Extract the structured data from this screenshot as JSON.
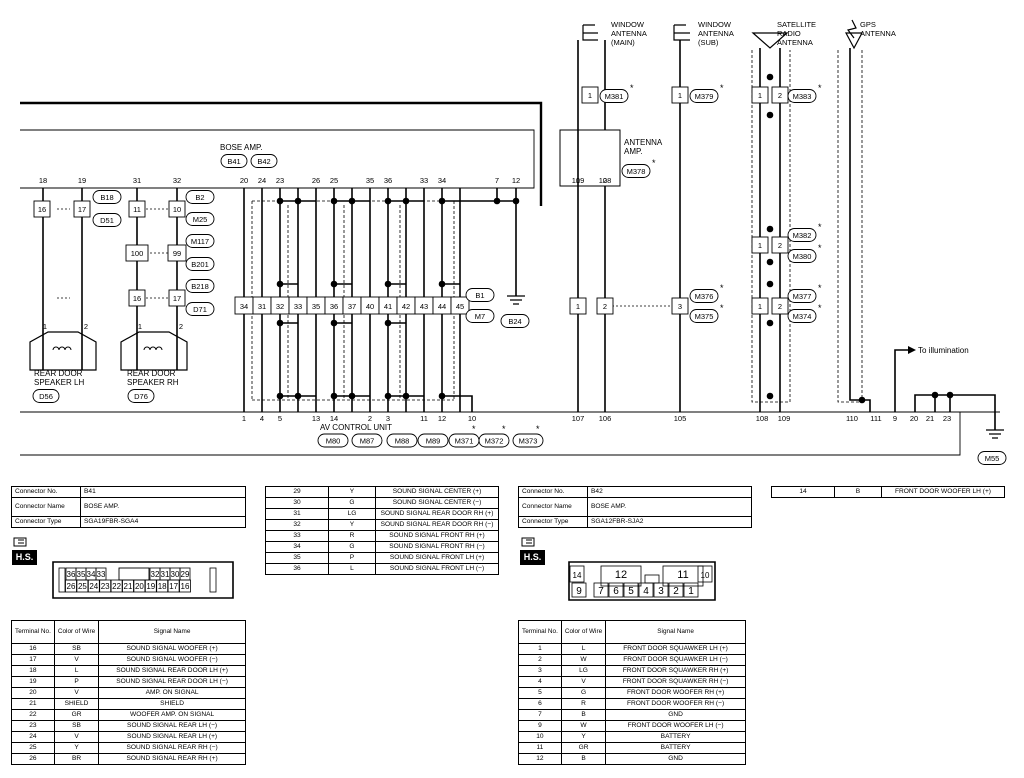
{
  "diagram": {
    "bose_amp": {
      "title": "BOSE AMP.",
      "connectors": [
        "B41",
        "B42"
      ]
    },
    "av_control_unit": {
      "title": "AV CONTROL UNIT",
      "connectors": [
        "M80",
        "M87",
        "M88",
        "M89",
        "M371",
        "M372",
        "M373"
      ]
    },
    "amp_pins": [
      "20",
      "24",
      "23",
      "26",
      "25",
      "35",
      "36",
      "33",
      "34",
      "7",
      "12"
    ],
    "left_pins": [
      "18",
      "19",
      "31",
      "32"
    ],
    "joint_pins": [
      "34",
      "31",
      "32",
      "33",
      "35",
      "36",
      "37",
      "40",
      "41",
      "42",
      "43",
      "44",
      "45"
    ],
    "av_pins": [
      "1",
      "4",
      "5",
      "13",
      "14",
      "2",
      "3",
      "11",
      "12",
      "10",
      "107",
      "106",
      "105",
      "108",
      "109",
      "110",
      "111",
      "9",
      "20",
      "21",
      "23"
    ],
    "rear_door_lh": {
      "label_line1": "REAR DOOR",
      "label_line2": "SPEAKER LH",
      "connector": "D56",
      "pins": [
        "1",
        "2"
      ]
    },
    "rear_door_rh": {
      "label_line1": "REAR DOOR",
      "label_line2": "SPEAKER RH",
      "connector": "D76",
      "pins": [
        "1",
        "2"
      ]
    },
    "window_antenna_main": {
      "line1": "WINDOW",
      "line2": "ANTENNA",
      "line3": "(MAIN)"
    },
    "window_antenna_sub": {
      "line1": "WINDOW",
      "line2": "ANTENNA",
      "line3": "(SUB)"
    },
    "satellite_radio": {
      "line1": "SATELLITE",
      "line2": "RADIO",
      "line3": "ANTENNA"
    },
    "gps_antenna": {
      "line1": "GPS",
      "line2": "ANTENNA"
    },
    "antenna_amp": {
      "line1": "ANTENNA",
      "line2": "AMP."
    },
    "connector_ids": [
      "B18",
      "D51",
      "B2",
      "M25",
      "M117",
      "B201",
      "B218",
      "D71",
      "B1",
      "M7",
      "B24",
      "M381",
      "M379",
      "M383",
      "M378",
      "M382",
      "M380",
      "M376",
      "M375",
      "M377",
      "M374",
      "M55"
    ],
    "to_illumination": "To illumination",
    "star": "*"
  },
  "b41": {
    "connector_no_label": "Connector No.",
    "connector_no": "B41",
    "connector_name_label": "Connector Name",
    "connector_name": "BOSE AMP.",
    "connector_type_label": "Connector Type",
    "connector_type": "SGA19FBR-SGA4",
    "hs": "H.S.",
    "face_top": [
      "36",
      "35",
      "34",
      "33",
      "",
      "32",
      "31",
      "30",
      "29"
    ],
    "face_bottom": [
      "26",
      "25",
      "24",
      "23",
      "22",
      "21",
      "20",
      "19",
      "18",
      "17",
      "16"
    ],
    "col_terminal": "Terminal No.",
    "col_color": "Color of Wire",
    "col_signal": "Signal Name",
    "rows": [
      [
        "16",
        "SB",
        "SOUND SIGNAL WOOFER (+)"
      ],
      [
        "17",
        "V",
        "SOUND SIGNAL WOOFER (−)"
      ],
      [
        "18",
        "L",
        "SOUND SIGNAL REAR DOOR LH (+)"
      ],
      [
        "19",
        "P",
        "SOUND SIGNAL REAR DOOR LH (−)"
      ],
      [
        "20",
        "V",
        "AMP. ON SIGNAL"
      ],
      [
        "21",
        "SHIELD",
        "SHIELD"
      ],
      [
        "22",
        "GR",
        "WOOFER AMP. ON SIGNAL"
      ],
      [
        "23",
        "SB",
        "SOUND SIGNAL REAR LH (−)"
      ],
      [
        "24",
        "V",
        "SOUND SIGNAL REAR LH (+)"
      ],
      [
        "25",
        "Y",
        "SOUND SIGNAL REAR RH (−)"
      ],
      [
        "26",
        "BR",
        "SOUND SIGNAL REAR RH (+)"
      ]
    ],
    "rows_cont": [
      [
        "29",
        "Y",
        "SOUND SIGNAL CENTER (+)"
      ],
      [
        "30",
        "G",
        "SOUND SIGNAL CENTER (−)"
      ],
      [
        "31",
        "LG",
        "SOUND SIGNAL REAR DOOR RH (+)"
      ],
      [
        "32",
        "Y",
        "SOUND SIGNAL REAR DOOR RH (−)"
      ],
      [
        "33",
        "R",
        "SOUND SIGNAL FRONT RH (+)"
      ],
      [
        "34",
        "G",
        "SOUND SIGNAL FRONT RH (−)"
      ],
      [
        "35",
        "P",
        "SOUND SIGNAL FRONT LH (+)"
      ],
      [
        "36",
        "L",
        "SOUND SIGNAL FRONT LH (−)"
      ]
    ]
  },
  "b42": {
    "connector_no_label": "Connector No.",
    "connector_no": "B42",
    "connector_name_label": "Connector Name",
    "connector_name": "BOSE AMP.",
    "connector_type_label": "Connector Type",
    "connector_type": "SGA12FBR-SJA2",
    "hs": "H.S.",
    "face_top": [
      "14",
      "12",
      "11",
      "10"
    ],
    "face_bottom": [
      "9",
      "7",
      "6",
      "5",
      "4",
      "3",
      "2",
      "1"
    ],
    "col_terminal": "Terminal No.",
    "col_color": "Color of Wire",
    "col_signal": "Signal Name",
    "rows": [
      [
        "1",
        "L",
        "FRONT DOOR SQUAWKER LH (+)"
      ],
      [
        "2",
        "W",
        "FRONT DOOR SQUAWKER LH (−)"
      ],
      [
        "3",
        "LG",
        "FRONT DOOR SQUAWKER RH (+)"
      ],
      [
        "4",
        "V",
        "FRONT DOOR SQUAWKER RH (−)"
      ],
      [
        "5",
        "G",
        "FRONT DOOR WOOFER RH (+)"
      ],
      [
        "6",
        "R",
        "FRONT DOOR WOOFER RH (−)"
      ],
      [
        "7",
        "B",
        "GND"
      ],
      [
        "9",
        "W",
        "FRONT DOOR WOOFER LH (−)"
      ],
      [
        "10",
        "Y",
        "BATTERY"
      ],
      [
        "11",
        "GR",
        "BATTERY"
      ],
      [
        "12",
        "B",
        "GND"
      ]
    ],
    "rows_cont": [
      [
        "14",
        "B",
        "FRONT DOOR WOOFER LH (+)"
      ]
    ]
  }
}
